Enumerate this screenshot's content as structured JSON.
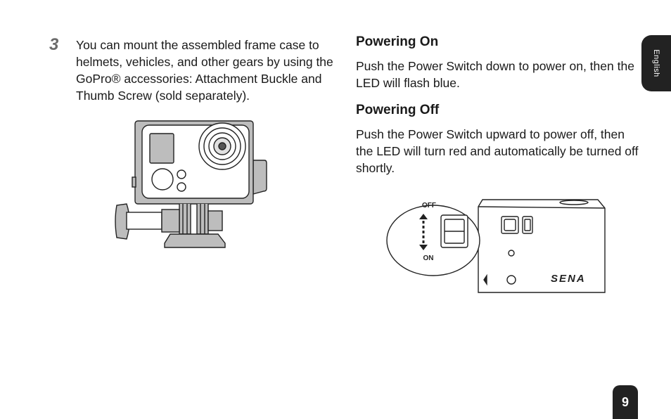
{
  "step": {
    "number": "3",
    "text": "You can mount the assembled frame case to helmets, vehicles, and other gears by using the GoPro® accessories: Attachment Buckle and Thumb Screw (sold separately)."
  },
  "powering_on": {
    "title": "Powering On",
    "body": "Push the Power Switch down to power on, then the LED will flash blue."
  },
  "powering_off": {
    "title": "Powering Off",
    "body": "Push the Power Switch upward to power off, then the LED will turn red and automatically be turned off shortly."
  },
  "switch_figure": {
    "off_label": "OFF",
    "on_label": "ON",
    "brand": "SENA"
  },
  "language_tab": "English",
  "page_number": "9"
}
